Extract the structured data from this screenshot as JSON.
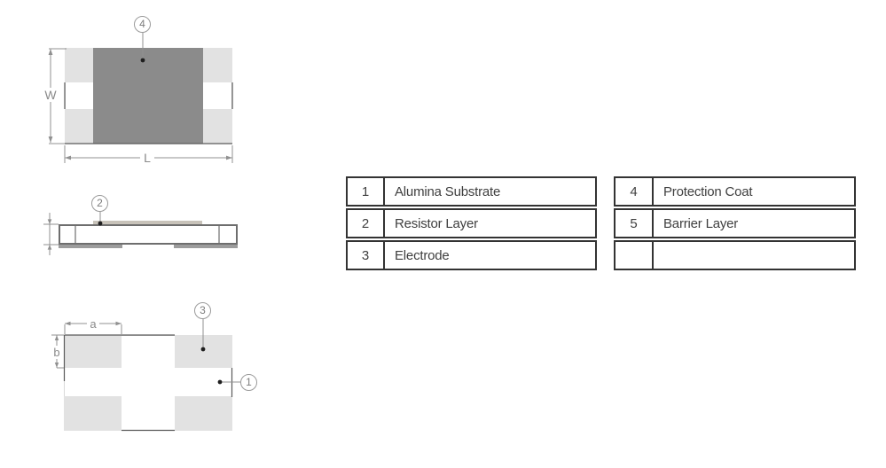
{
  "legend": {
    "left": [
      {
        "num": "1",
        "label": "Alumina Substrate"
      },
      {
        "num": "2",
        "label": "Resistor Layer"
      },
      {
        "num": "3",
        "label": "Electrode"
      }
    ],
    "right": [
      {
        "num": "4",
        "label": "Protection Coat"
      },
      {
        "num": "5",
        "label": "Barrier Layer"
      },
      {
        "num": "",
        "label": ""
      }
    ]
  },
  "dimension_labels": {
    "width": "W",
    "length": "L",
    "pad_width": "a",
    "pad_height": "b"
  },
  "callouts": {
    "protection_coat": "4",
    "resistor_layer": "2",
    "electrode": "3",
    "alumina_substrate": "1"
  },
  "colors": {
    "pad_light": "#e2e2e2",
    "protection_coat_dark": "#8b8b8b",
    "resistor_strip": "#c8c3ba",
    "electrode_bar": "#9c9c9c",
    "line_gray": "#909090",
    "edge_dark": "#5a5a5a",
    "table_border": "#333333",
    "table_text": "#3f3f3f"
  }
}
